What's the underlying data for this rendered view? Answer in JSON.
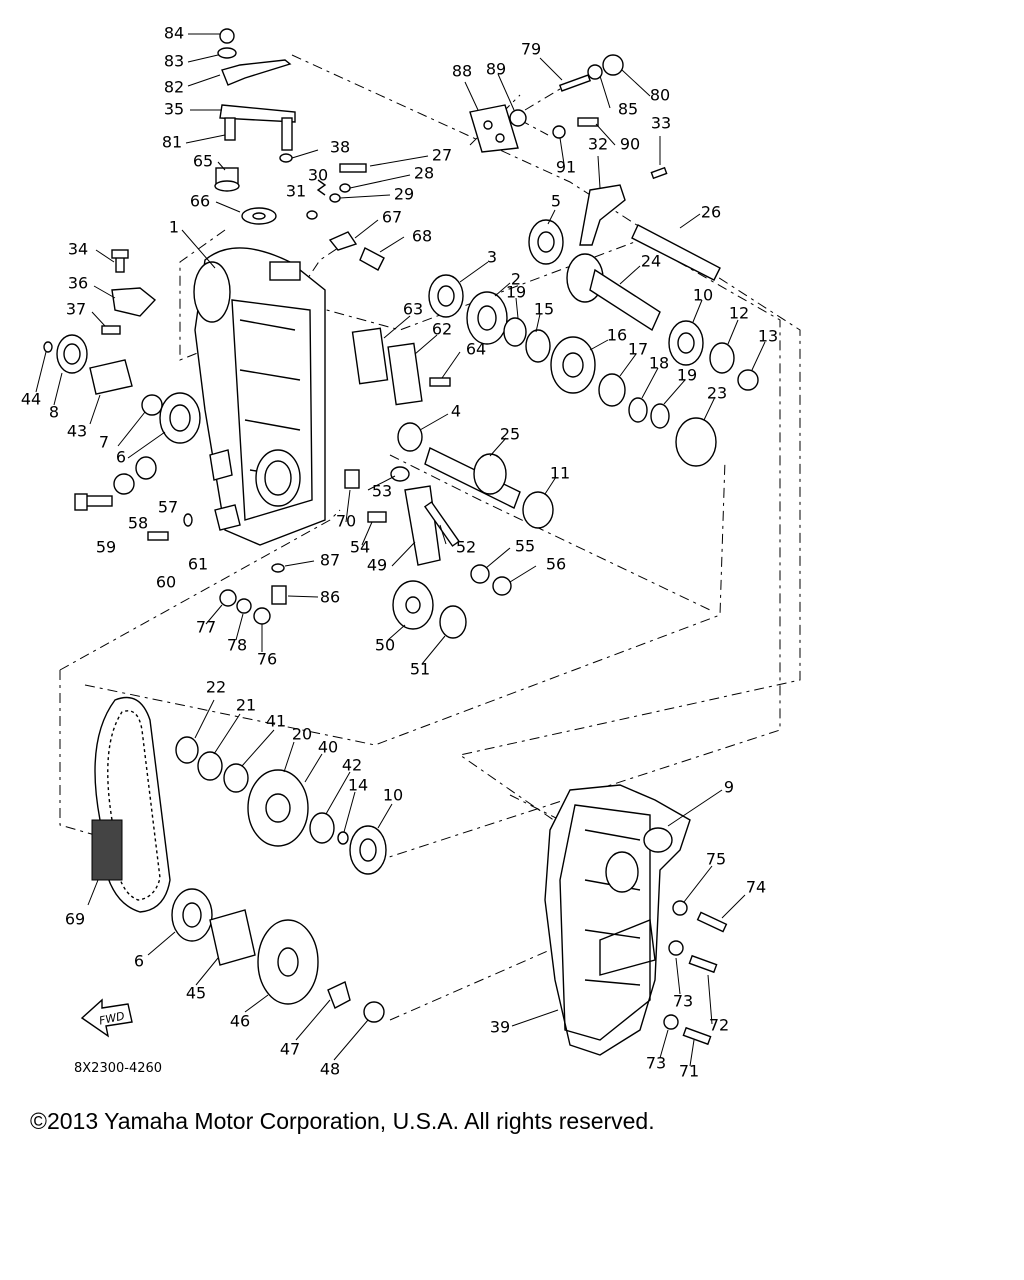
{
  "diagram": {
    "drawing_code": "8X2300-4260",
    "fwd_label": "FWD",
    "callouts": [
      {
        "id": "c84",
        "text": "84"
      },
      {
        "id": "c83",
        "text": "83"
      },
      {
        "id": "c82",
        "text": "82"
      },
      {
        "id": "c35",
        "text": "35"
      },
      {
        "id": "c81",
        "text": "81"
      },
      {
        "id": "c65",
        "text": "65"
      },
      {
        "id": "c66",
        "text": "66"
      },
      {
        "id": "c1",
        "text": "1"
      },
      {
        "id": "c34",
        "text": "34"
      },
      {
        "id": "c36",
        "text": "36"
      },
      {
        "id": "c37",
        "text": "37"
      },
      {
        "id": "c44",
        "text": "44"
      },
      {
        "id": "c8",
        "text": "8"
      },
      {
        "id": "c43",
        "text": "43"
      },
      {
        "id": "c7",
        "text": "7"
      },
      {
        "id": "c6a",
        "text": "6"
      },
      {
        "id": "c57",
        "text": "57"
      },
      {
        "id": "c58",
        "text": "58"
      },
      {
        "id": "c59",
        "text": "59"
      },
      {
        "id": "c60",
        "text": "60"
      },
      {
        "id": "c61",
        "text": "61"
      },
      {
        "id": "c38",
        "text": "38"
      },
      {
        "id": "c27",
        "text": "27"
      },
      {
        "id": "c30",
        "text": "30"
      },
      {
        "id": "c28",
        "text": "28"
      },
      {
        "id": "c31",
        "text": "31"
      },
      {
        "id": "c29",
        "text": "29"
      },
      {
        "id": "c67",
        "text": "67"
      },
      {
        "id": "c68",
        "text": "68"
      },
      {
        "id": "c88",
        "text": "88"
      },
      {
        "id": "c89",
        "text": "89"
      },
      {
        "id": "c79",
        "text": "79"
      },
      {
        "id": "c80",
        "text": "80"
      },
      {
        "id": "c85",
        "text": "85"
      },
      {
        "id": "c90",
        "text": "90"
      },
      {
        "id": "c33",
        "text": "33"
      },
      {
        "id": "c32",
        "text": "32"
      },
      {
        "id": "c91",
        "text": "91"
      },
      {
        "id": "c5",
        "text": "5"
      },
      {
        "id": "c26",
        "text": "26"
      },
      {
        "id": "c3",
        "text": "3"
      },
      {
        "id": "c2",
        "text": "2"
      },
      {
        "id": "c24",
        "text": "24"
      },
      {
        "id": "c19a",
        "text": "19"
      },
      {
        "id": "c15",
        "text": "15"
      },
      {
        "id": "c10a",
        "text": "10"
      },
      {
        "id": "c12",
        "text": "12"
      },
      {
        "id": "c13",
        "text": "13"
      },
      {
        "id": "c63",
        "text": "63"
      },
      {
        "id": "c62",
        "text": "62"
      },
      {
        "id": "c64",
        "text": "64"
      },
      {
        "id": "c16",
        "text": "16"
      },
      {
        "id": "c17",
        "text": "17"
      },
      {
        "id": "c18",
        "text": "18"
      },
      {
        "id": "c19b",
        "text": "19"
      },
      {
        "id": "c23",
        "text": "23"
      },
      {
        "id": "c4",
        "text": "4"
      },
      {
        "id": "c25",
        "text": "25"
      },
      {
        "id": "c11",
        "text": "11"
      },
      {
        "id": "c53",
        "text": "53"
      },
      {
        "id": "c70",
        "text": "70"
      },
      {
        "id": "c54",
        "text": "54"
      },
      {
        "id": "c52",
        "text": "52"
      },
      {
        "id": "c49",
        "text": "49"
      },
      {
        "id": "c55",
        "text": "55"
      },
      {
        "id": "c56",
        "text": "56"
      },
      {
        "id": "c87",
        "text": "87"
      },
      {
        "id": "c86",
        "text": "86"
      },
      {
        "id": "c77",
        "text": "77"
      },
      {
        "id": "c78",
        "text": "78"
      },
      {
        "id": "c76",
        "text": "76"
      },
      {
        "id": "c50",
        "text": "50"
      },
      {
        "id": "c51",
        "text": "51"
      },
      {
        "id": "c22",
        "text": "22"
      },
      {
        "id": "c21",
        "text": "21"
      },
      {
        "id": "c41",
        "text": "41"
      },
      {
        "id": "c20",
        "text": "20"
      },
      {
        "id": "c40",
        "text": "40"
      },
      {
        "id": "c42",
        "text": "42"
      },
      {
        "id": "c14",
        "text": "14"
      },
      {
        "id": "c10b",
        "text": "10"
      },
      {
        "id": "c9",
        "text": "9"
      },
      {
        "id": "c75",
        "text": "75"
      },
      {
        "id": "c74",
        "text": "74"
      },
      {
        "id": "c69",
        "text": "69"
      },
      {
        "id": "c6b",
        "text": "6"
      },
      {
        "id": "c45",
        "text": "45"
      },
      {
        "id": "c46",
        "text": "46"
      },
      {
        "id": "c47",
        "text": "47"
      },
      {
        "id": "c48",
        "text": "48"
      },
      {
        "id": "c39",
        "text": "39"
      },
      {
        "id": "c73a",
        "text": "73"
      },
      {
        "id": "c72",
        "text": "72"
      },
      {
        "id": "c73b",
        "text": "73"
      },
      {
        "id": "c71",
        "text": "71"
      }
    ]
  },
  "footer": {
    "copyright": "©2013 Yamaha Motor Corporation, U.S.A. All rights reserved."
  }
}
